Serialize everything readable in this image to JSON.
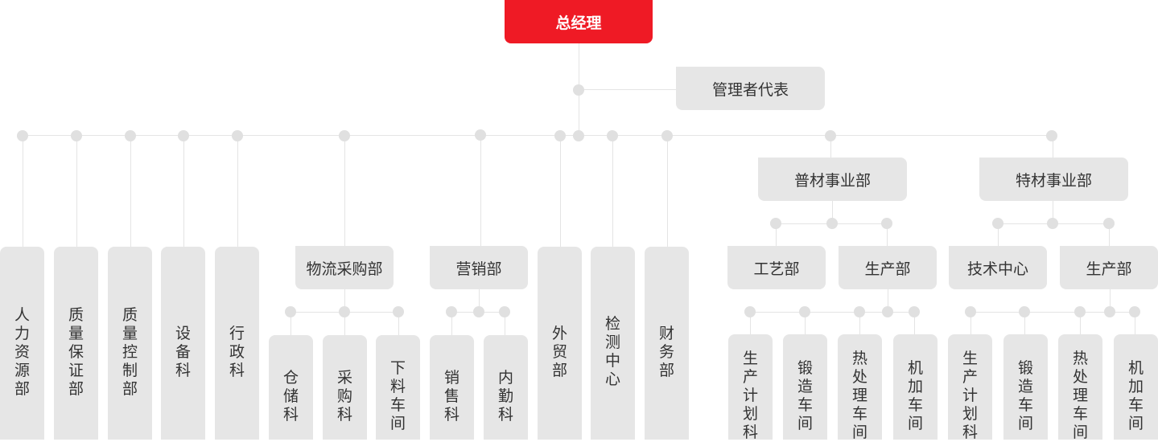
{
  "root": {
    "label": "总经理",
    "color": "#ef1a25"
  },
  "rep": {
    "label": "管理者代表"
  },
  "groups": {
    "pucai": "普材事业部",
    "tecai": "特材事业部"
  },
  "sub": {
    "wuliu": "物流采购部",
    "yingxiao": "营销部",
    "gongyi": "工艺部",
    "shengchan1": "生产部",
    "jishu": "技术中心",
    "shengchan2": "生产部"
  },
  "leaves": {
    "renli": "人力资源部",
    "zhiliang_bao": "质量保证部",
    "zhiliang_kong": "质量控制部",
    "shebei": "设备科",
    "xingzheng": "行政科",
    "cangchu": "仓储科",
    "caigou": "采购科",
    "xialiao": "下料车间",
    "xiaoshou": "销售科",
    "neiqin": "内勤科",
    "waimao": "外贸部",
    "jiance": "检测中心",
    "caiwu": "财务部",
    "p_jihua": "生产计划科",
    "p_duanzao": "锻造车间",
    "p_rechuli": "热处理车间",
    "p_jijia": "机加车间",
    "t_jihua": "生产计划科",
    "t_duanzao": "锻造车间",
    "t_rechuli": "热处理车间",
    "t_jijia": "机加车间"
  }
}
